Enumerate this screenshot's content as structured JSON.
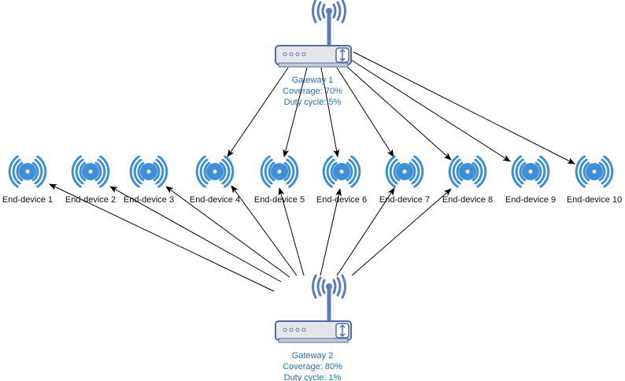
{
  "gateways": [
    {
      "id": "gw1",
      "lines": [
        "Gateway 1",
        "Coverage: 70%",
        "Duty cycle: 5%"
      ]
    },
    {
      "id": "gw2",
      "lines": [
        "Gateway 2",
        "Coverage: 80%",
        "Duty cycle: 1%"
      ]
    }
  ],
  "devices": [
    "End-device 1",
    "End-device 2",
    "End-device 3",
    "End-device 4",
    "End-device 5",
    "End-device 6",
    "End-device 7",
    "End-device 8",
    "End-device 9",
    "End-device 10"
  ],
  "links": {
    "gw1": [
      4,
      5,
      6,
      7,
      8,
      9,
      10
    ],
    "gw2": [
      1,
      2,
      3,
      4,
      5,
      6,
      7,
      8
    ]
  },
  "colors": {
    "device_blue": "#3f8fd6",
    "router_body": "#e4e6ea",
    "router_stroke": "#4f6da3",
    "antenna_blue": "#5b7db8",
    "label_blue": "#1f6fbf",
    "arrow": "#000000"
  },
  "icons": {
    "gateway": "router-icon",
    "device": "wireless-device-icon"
  }
}
